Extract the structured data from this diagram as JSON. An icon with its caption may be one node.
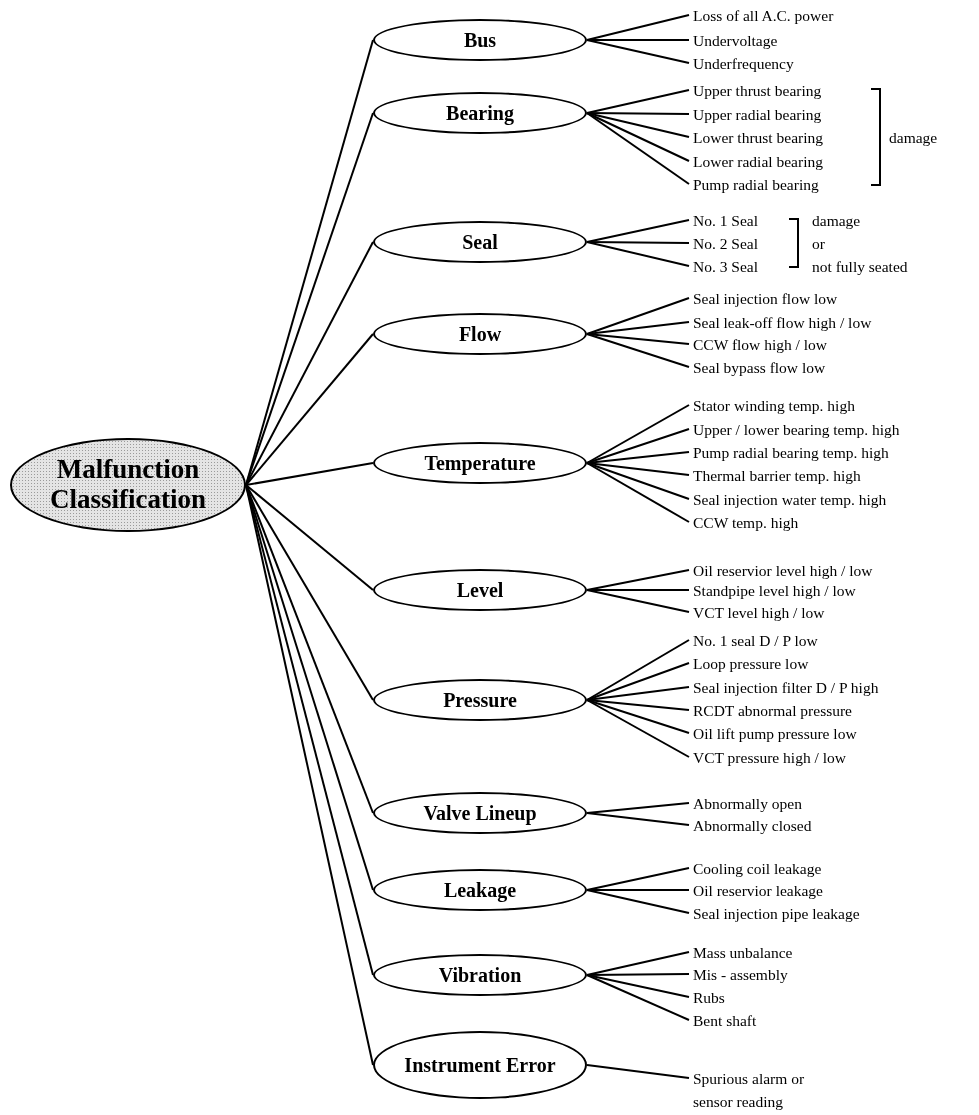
{
  "diagram": {
    "nodes": [
      {
        "text": [
          "Malfunction Classification"
        ]
      },
      {
        "text": [
          "Bus"
        ]
      },
      {
        "text": [
          "Loss of all A.C. power"
        ]
      },
      {
        "text": [
          "Undervoltage"
        ]
      },
      {
        "text": [
          "Underfrequency"
        ]
      },
      {
        "text": [
          "Bearing"
        ]
      },
      {
        "text": [
          "Upper thrust bearing"
        ]
      },
      {
        "text": [
          "Upper radial bearing"
        ]
      },
      {
        "text": [
          "Lower thrust bearing"
        ]
      },
      {
        "text": [
          "Lower radial bearing"
        ]
      },
      {
        "text": [
          "Pump radial bearing"
        ]
      },
      {
        "text": [
          "Seal"
        ]
      },
      {
        "text": [
          "No. 1 Seal"
        ]
      },
      {
        "text": [
          "No. 2 Seal"
        ]
      },
      {
        "text": [
          "No. 3 Seal"
        ]
      },
      {
        "text": [
          "Flow"
        ]
      },
      {
        "text": [
          "Seal injection flow low"
        ]
      },
      {
        "text": [
          "Seal leak-off flow high / low"
        ]
      },
      {
        "text": [
          "CCW flow high / low"
        ]
      },
      {
        "text": [
          "Seal bypass flow low"
        ]
      },
      {
        "text": [
          "Temperature"
        ]
      },
      {
        "text": [
          "Stator winding temp. high"
        ]
      },
      {
        "text": [
          "Upper / lower bearing temp. high"
        ]
      },
      {
        "text": [
          "Pump radial bearing temp. high"
        ]
      },
      {
        "text": [
          "Thermal barrier temp. high"
        ]
      },
      {
        "text": [
          "Seal injection water temp. high"
        ]
      },
      {
        "text": [
          "CCW temp. high"
        ]
      },
      {
        "text": [
          "Level"
        ]
      },
      {
        "text": [
          "Oil reservior level high / low"
        ]
      },
      {
        "text": [
          "Standpipe level high / low"
        ]
      },
      {
        "text": [
          "VCT level high / low"
        ]
      },
      {
        "text": [
          "Pressure"
        ]
      },
      {
        "text": [
          "No. 1 seal D / P low"
        ]
      },
      {
        "text": [
          "Loop pressure low"
        ]
      },
      {
        "text": [
          "Seal injection filter D / P high"
        ]
      },
      {
        "text": [
          "RCDT abnormal pressure"
        ]
      },
      {
        "text": [
          "Oil lift pump pressure low"
        ]
      },
      {
        "text": [
          "VCT pressure high / low"
        ]
      },
      {
        "text": [
          "Valve Lineup"
        ]
      },
      {
        "text": [
          "Abnormally open"
        ]
      },
      {
        "text": [
          "Abnormally closed"
        ]
      },
      {
        "text": [
          "Leakage"
        ]
      },
      {
        "text": [
          "Cooling coil leakage"
        ]
      },
      {
        "text": [
          "Oil reservior leakage"
        ]
      },
      {
        "text": [
          "Seal injection pipe leakage"
        ]
      },
      {
        "text": [
          "Vibration"
        ]
      },
      {
        "text": [
          "Mass unbalance"
        ]
      },
      {
        "text": [
          "Mis - assembly"
        ]
      },
      {
        "text": [
          "Rubs"
        ]
      },
      {
        "text": [
          "Bent shaft"
        ]
      },
      {
        "text": [
          "Instrument Error"
        ]
      },
      {
        "text": [
          "Spurious alarm or sensor reading"
        ]
      }
    ],
    "edges": [
      {
        "from": 0,
        "to": 1,
        "arrow": "none"
      },
      {
        "from": 0,
        "to": 5,
        "arrow": "none"
      },
      {
        "from": 0,
        "to": 11,
        "arrow": "none"
      },
      {
        "from": 0,
        "to": 15,
        "arrow": "none"
      },
      {
        "from": 0,
        "to": 20,
        "arrow": "none"
      },
      {
        "from": 0,
        "to": 27,
        "arrow": "none"
      },
      {
        "from": 0,
        "to": 31,
        "arrow": "none"
      },
      {
        "from": 0,
        "to": 38,
        "arrow": "none"
      },
      {
        "from": 0,
        "to": 41,
        "arrow": "none"
      },
      {
        "from": 0,
        "to": 45,
        "arrow": "none"
      },
      {
        "from": 0,
        "to": 50,
        "arrow": "none"
      },
      {
        "from": 1,
        "to": 2,
        "arrow": "none"
      },
      {
        "from": 1,
        "to": 3,
        "arrow": "none"
      },
      {
        "from": 1,
        "to": 4,
        "arrow": "none"
      },
      {
        "from": 5,
        "to": 6,
        "arrow": "none"
      },
      {
        "from": 5,
        "to": 7,
        "arrow": "none"
      },
      {
        "from": 5,
        "to": 8,
        "arrow": "none"
      },
      {
        "from": 5,
        "to": 9,
        "arrow": "none"
      },
      {
        "from": 5,
        "to": 10,
        "arrow": "none"
      },
      {
        "from": 11,
        "to": 12,
        "arrow": "none"
      },
      {
        "from": 11,
        "to": 13,
        "arrow": "none"
      },
      {
        "from": 11,
        "to": 14,
        "arrow": "none"
      },
      {
        "from": 15,
        "to": 16,
        "arrow": "none"
      },
      {
        "from": 15,
        "to": 17,
        "arrow": "none"
      },
      {
        "from": 15,
        "to": 18,
        "arrow": "none"
      },
      {
        "from": 15,
        "to": 19,
        "arrow": "none"
      },
      {
        "from": 20,
        "to": 21,
        "arrow": "none"
      },
      {
        "from": 20,
        "to": 22,
        "arrow": "none"
      },
      {
        "from": 20,
        "to": 23,
        "arrow": "none"
      },
      {
        "from": 20,
        "to": 24,
        "arrow": "none"
      },
      {
        "from": 20,
        "to": 25,
        "arrow": "none"
      },
      {
        "from": 20,
        "to": 26,
        "arrow": "none"
      },
      {
        "from": 27,
        "to": 28,
        "arrow": "none"
      },
      {
        "from": 27,
        "to": 29,
        "arrow": "none"
      },
      {
        "from": 27,
        "to": 30,
        "arrow": "none"
      },
      {
        "from": 31,
        "to": 32,
        "arrow": "none"
      },
      {
        "from": 31,
        "to": 33,
        "arrow": "none"
      },
      {
        "from": 31,
        "to": 34,
        "arrow": "none"
      },
      {
        "from": 31,
        "to": 35,
        "arrow": "none"
      },
      {
        "from": 31,
        "to": 36,
        "arrow": "none"
      },
      {
        "from": 31,
        "to": 37,
        "arrow": "none"
      },
      {
        "from": 38,
        "to": 39,
        "arrow": "none"
      },
      {
        "from": 38,
        "to": 40,
        "arrow": "none"
      },
      {
        "from": 41,
        "to": 42,
        "arrow": "none"
      },
      {
        "from": 41,
        "to": 43,
        "arrow": "none"
      },
      {
        "from": 41,
        "to": 44,
        "arrow": "none"
      },
      {
        "from": 45,
        "to": 46,
        "arrow": "none"
      },
      {
        "from": 45,
        "to": 47,
        "arrow": "none"
      },
      {
        "from": 45,
        "to": 48,
        "arrow": "none"
      },
      {
        "from": 45,
        "to": 49,
        "arrow": "none"
      },
      {
        "from": 50,
        "to": 51,
        "arrow": "none"
      }
    ],
    "labels": [
      "damage",
      "damage",
      "or",
      "not fully seated"
    ]
  }
}
